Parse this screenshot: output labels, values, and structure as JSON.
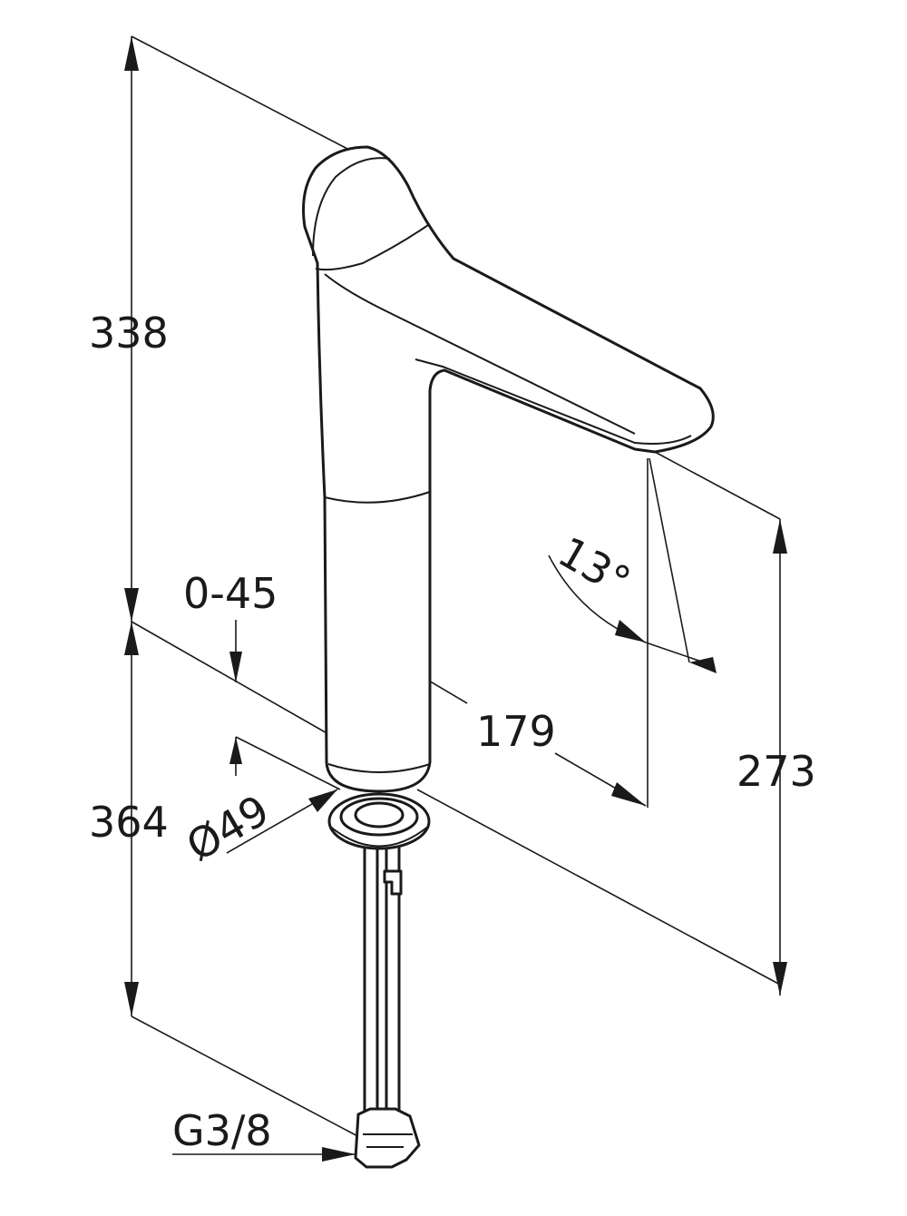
{
  "dimensions": {
    "total_height": "338",
    "insertion_depth": "364",
    "deck_thickness": "0-45",
    "spout_reach": "179",
    "spout_height": "273",
    "spout_angle": "13°",
    "body_diameter": "Ø49",
    "connection_thread": "G3/8"
  },
  "colors": {
    "line": "#1a1a1a",
    "background": "#ffffff"
  }
}
